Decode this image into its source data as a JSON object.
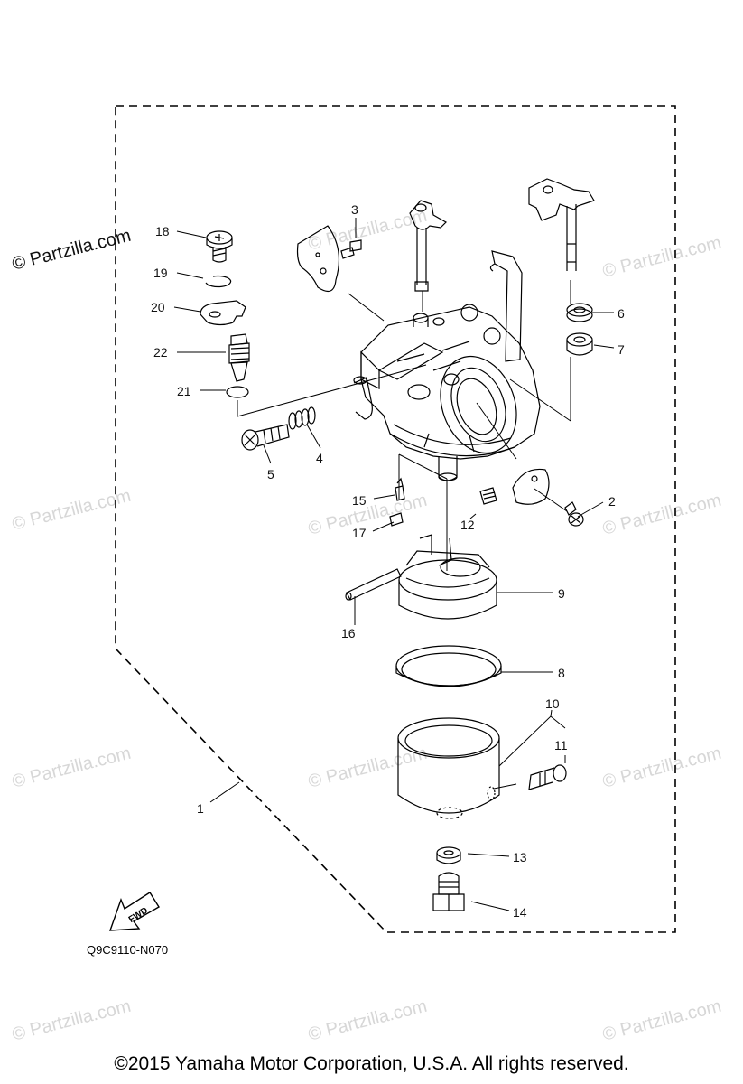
{
  "watermark": "© Partzilla.com",
  "diagram_code": "Q9C9110-N070",
  "fwd_label": "FWD",
  "copyright": "©2015  Yamaha Motor Corporation, U.S.A. All rights reserved.",
  "callouts": {
    "c1": "1",
    "c2": "2",
    "c3": "3",
    "c4": "4",
    "c5": "5",
    "c6": "6",
    "c7": "7",
    "c8": "8",
    "c9": "9",
    "c10": "10",
    "c11": "11",
    "c12": "12",
    "c13": "13",
    "c14": "14",
    "c15": "15",
    "c16": "16",
    "c17": "17",
    "c18": "18",
    "c19": "19",
    "c20": "20",
    "c21": "21",
    "c22": "22"
  }
}
